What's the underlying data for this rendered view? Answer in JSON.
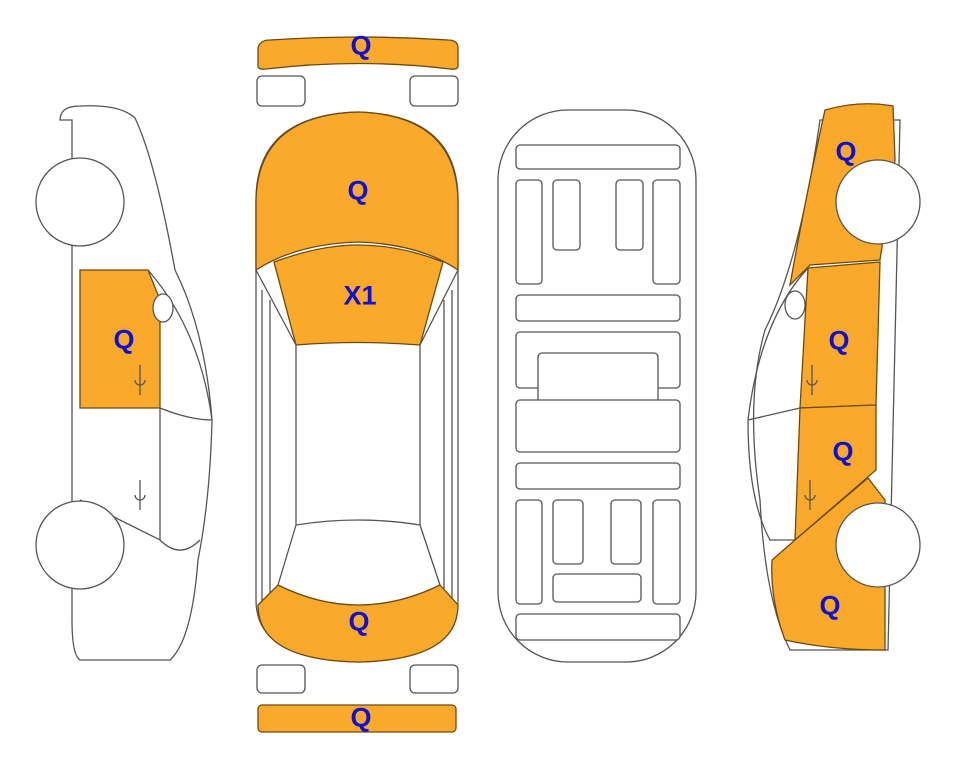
{
  "diagram": {
    "colors": {
      "damaged": "#FBA92B",
      "label": "#1010d0",
      "outline": "#555555"
    },
    "top_view": {
      "front_bumper": "Q",
      "hood": "Q",
      "windshield": "X1",
      "trunk": "Q",
      "rear_bumper": "Q"
    },
    "left_side": {
      "front_door": "Q"
    },
    "right_side": {
      "front_fender": "Q",
      "front_door": "Q",
      "rear_door": "Q",
      "rear_quarter": "Q"
    }
  }
}
